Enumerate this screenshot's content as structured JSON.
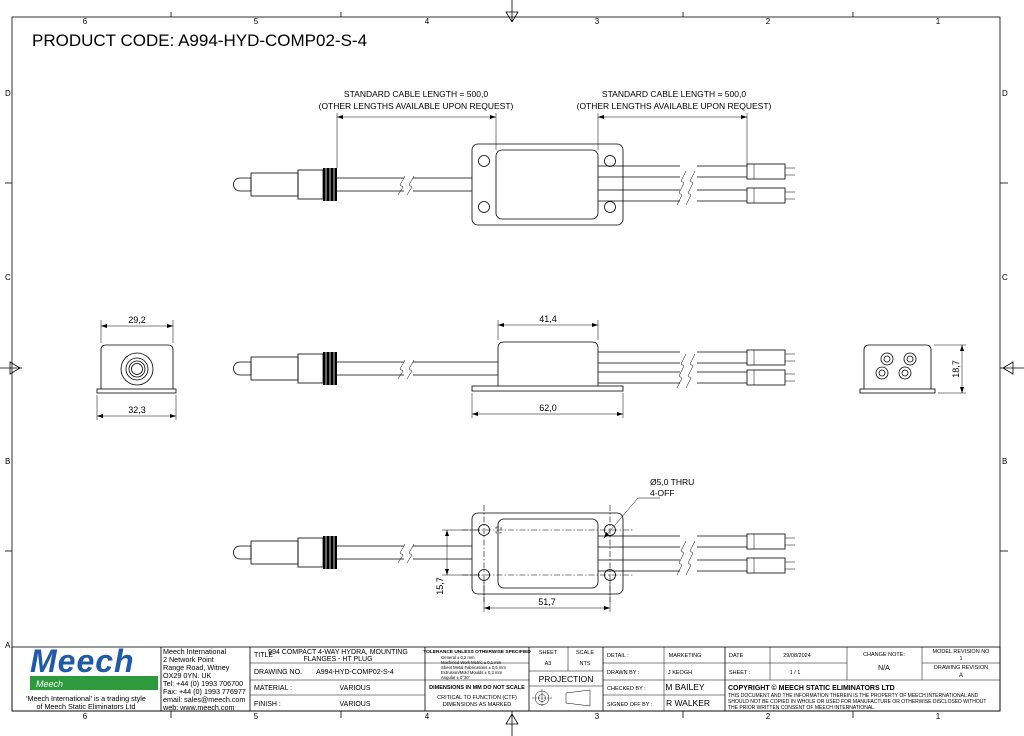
{
  "product_code": "PRODUCT CODE: A994-HYD-COMP02-S-4",
  "zones": {
    "columns": [
      "6",
      "5",
      "4",
      "3",
      "2",
      "1"
    ],
    "rows": [
      "D",
      "C",
      "B",
      "A"
    ]
  },
  "annotations": {
    "cable_line1": "STANDARD CABLE LENGTH = 500,0",
    "cable_line2": "(OTHER LENGTHS AVAILABLE UPON REQUEST)",
    "hole_line1": "Ø5,0 THRU",
    "hole_line2": "4-OFF"
  },
  "dimensions": {
    "end_width_top": "29,2",
    "end_width_bottom": "32,3",
    "body_length": "41,4",
    "flange_length": "62,0",
    "height": "18,7",
    "hole_pitch_v": "15,7",
    "hole_pitch_h": "51,7"
  },
  "company": {
    "logo": "Meech",
    "logo_sub": "Meech",
    "trading_line1": "'Meech International' is a trading style",
    "trading_line2": "of Meech Static Eliminators Ltd",
    "address": [
      "Meech International",
      "2 Network Point",
      "Range Road, Witney",
      "OX29 0YN. UK",
      "Tel:  +44 (0) 1993 706700",
      "Fax: +44 (0) 1993 776977",
      "email:  sales@meech.com",
      "web:  www.meech.com"
    ]
  },
  "title_block": {
    "title_label": "TITLE",
    "title_value_1": "994 COMPACT 4-WAY HYDRA, MOUNTING",
    "title_value_2": "FLANGES - HT PLUG",
    "drawing_no_label": "DRAWING NO.",
    "drawing_no_value": "A994-HYD-COMP02-S-4",
    "material_label": "MATERIAL :",
    "material_value": "VARIOUS",
    "finish_label": "FINISH :",
    "finish_value": "VARIOUS",
    "tolerance_header": "TOLERANCE UNLESS OTHERWISE SPECIFIED",
    "tolerance_lines": [
      "General ± 0,2 mm",
      "Machined Work Metric ± 0,1 mm",
      "Sheet Metal Fabrications ± 0,5 mm",
      "Extrusion/Mold Moulds ± 0,3 mm",
      "Angular ± 0°30'"
    ],
    "dims_note": "DIMENSIONS IN MM DO NOT SCALE",
    "ctf_1": "CRITICAL TO FUNCTION (CTF)",
    "ctf_2": "DIMENSIONS AS MARKED",
    "sheet_label": "SHEET",
    "sheet_value": "A3",
    "scale_label": "SCALE",
    "scale_value": "NTS",
    "projection_label": "PROJECTION",
    "detail_label": "DETAIL :",
    "detail_value": "MARKETING",
    "drawn_label": "DRAWN BY :",
    "drawn_value": "J KEOGH",
    "checked_label": "CHECKED BY :",
    "checked_value": "M BAILEY",
    "signed_label": "SIGNED OFF BY :",
    "signed_value": "R WALKER",
    "date_label": "DATE",
    "date_value": "29/08/2024",
    "sheet_count_label": "SHEET :",
    "sheet_count_value": "1 / 1",
    "change_note_label": "CHANGE NOTE:",
    "change_note_value": "N/A",
    "model_rev_label": "MODEL REVISION NO",
    "model_rev_value": "1",
    "drawing_rev_label": "DRAWING REVISION",
    "drawing_rev_value": "A",
    "copyright_title": "COPYRIGHT © MEECH STATIC ELIMINATORS LTD",
    "copyright_lines": [
      "THIS DOCUMENT AND THE INFORMATION THEREIN IS THE PROPERTY OF MEECH INTERNATIONAL AND",
      "SHOULD NOT BE COPIED IN WHOLE OR USED FOR MANUFACTURE OR OTHERWISE DISCLOSED WITHOUT",
      "THE PRIOR WRITTEN CONSENT OF MEECH INTERNATIONAL."
    ]
  },
  "colors": {
    "logo_blue": "#1f5aa8",
    "logo_green": "#2e9a3e"
  }
}
